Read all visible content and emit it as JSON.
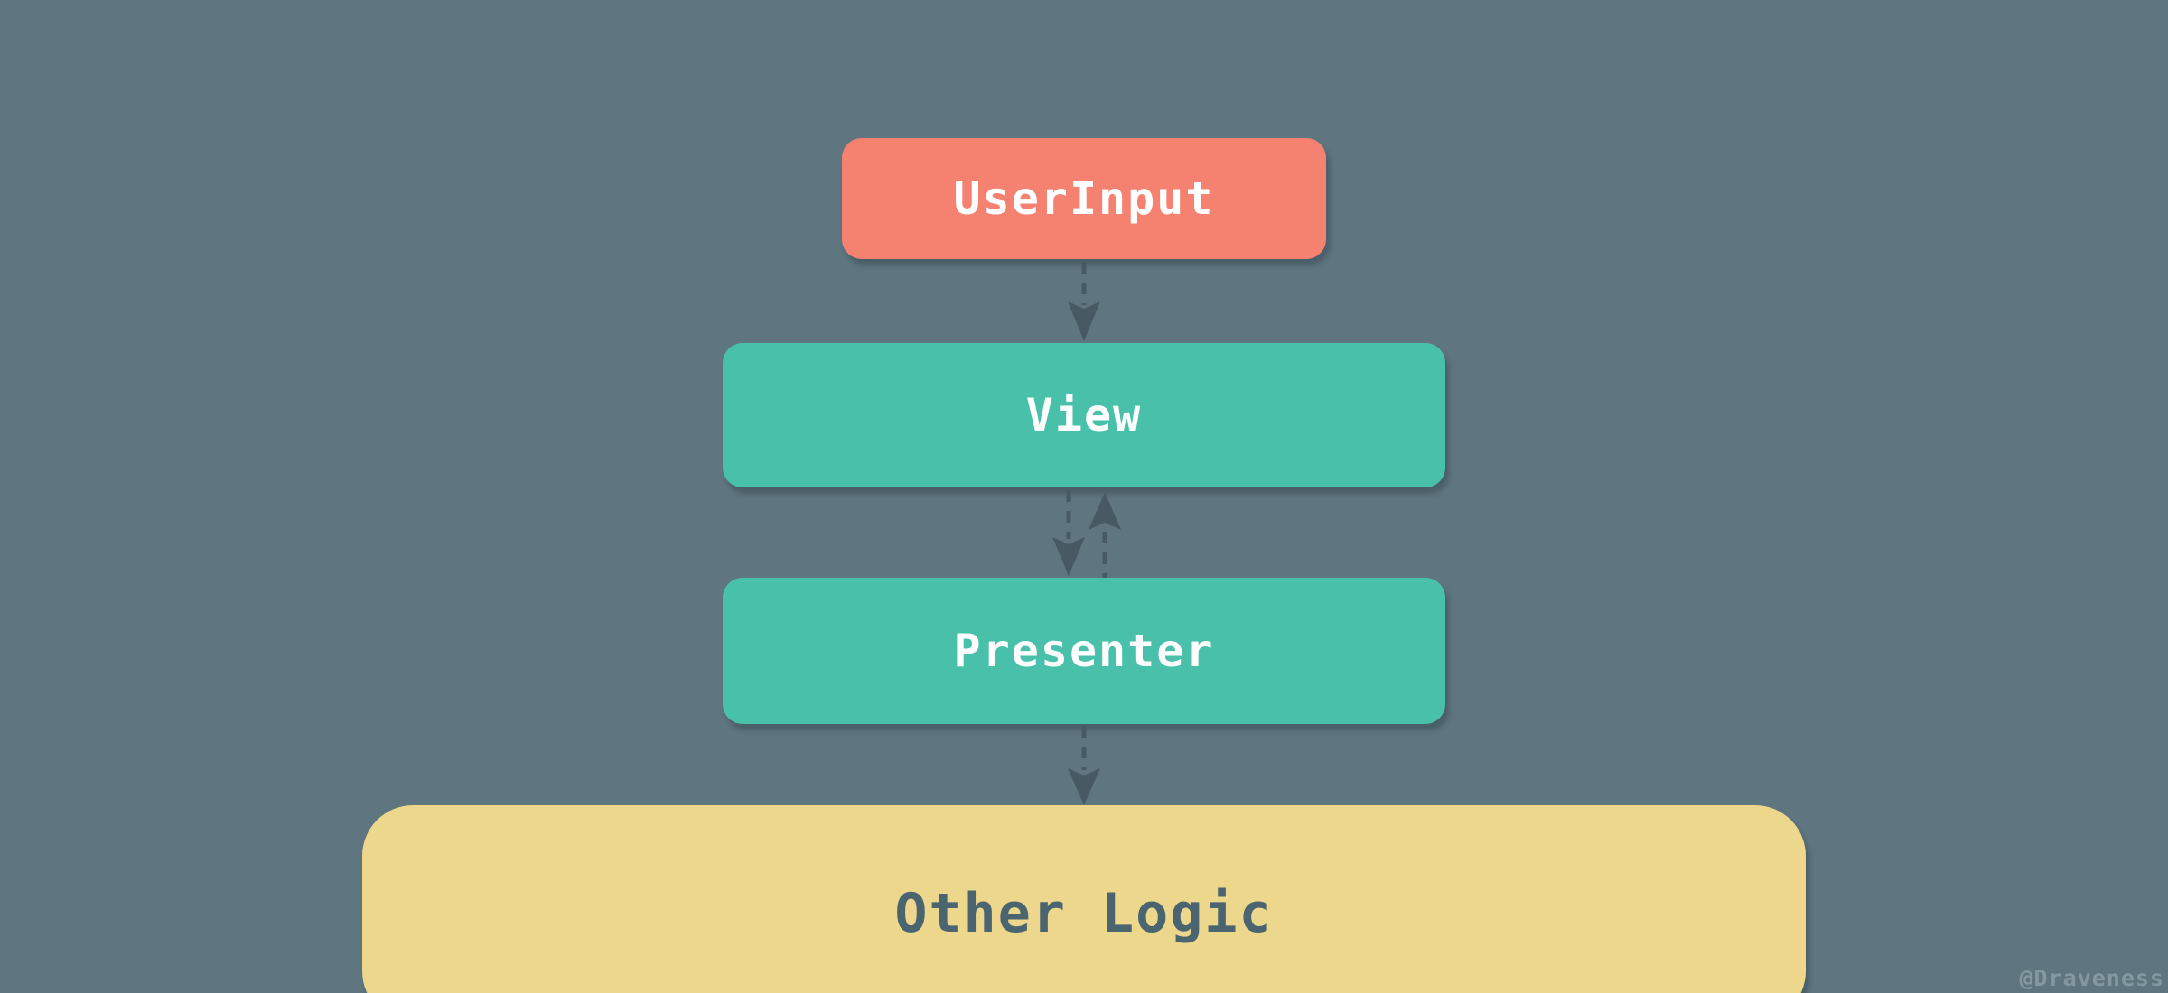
{
  "diagram": {
    "type": "architecture-flow",
    "nodes": [
      {
        "id": "user-input",
        "label": "UserInput",
        "bg": "#F58171",
        "text_color": "#FFFFFF"
      },
      {
        "id": "view",
        "label": "View",
        "bg": "#49C0AA",
        "text_color": "#FFFFFF"
      },
      {
        "id": "presenter",
        "label": "Presenter",
        "bg": "#49C0AA",
        "text_color": "#FFFFFF"
      },
      {
        "id": "other-logic",
        "label": "Other Logic",
        "bg": "#EDD78C",
        "text_color": "#4A6470"
      }
    ],
    "edges": [
      {
        "from": "user-input",
        "to": "view",
        "style": "dashed",
        "direction": "down"
      },
      {
        "from": "view",
        "to": "presenter",
        "style": "dashed",
        "direction": "down"
      },
      {
        "from": "presenter",
        "to": "view",
        "style": "dashed",
        "direction": "up"
      },
      {
        "from": "presenter",
        "to": "other-logic",
        "style": "dashed",
        "direction": "down"
      }
    ],
    "watermark": "@Draveness",
    "colors": {
      "background": "#5F757F",
      "arrow": "#475A64",
      "watermark": "#84989F"
    }
  }
}
